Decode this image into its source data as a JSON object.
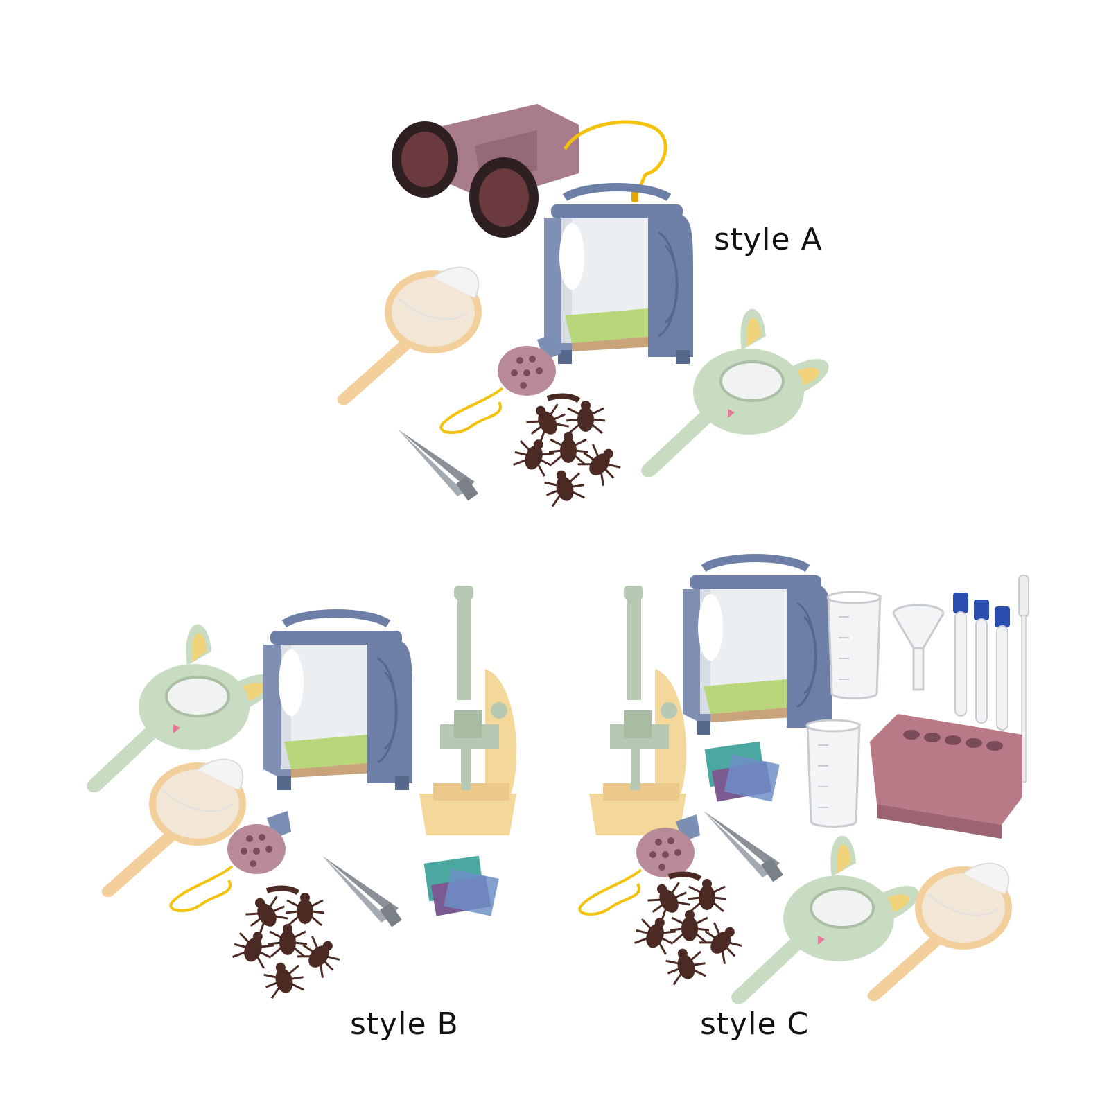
{
  "labels": {
    "a": "style A",
    "b": "style B",
    "c": "style C"
  },
  "colors": {
    "background": "#ffffff",
    "binoculars_body": "#a87c8a",
    "binoculars_lens": "#3a2a2a",
    "cord": "#f2c20c",
    "cage_frame": "#6d7fa6",
    "cage_grass": "#b8d67a",
    "cage_soil": "#c9a47a",
    "net_handle": "#f2cf9b",
    "magnifier": "#c8dcc2",
    "magnifier_ear": "#f0d27a",
    "whistle": "#b98a98",
    "whistle_tip": "#7a8fb3",
    "insect": "#4a2a22",
    "tweezers": "#8a9098",
    "microscope_body": "#b7c9b2",
    "microscope_base": "#f4d79b",
    "slide_teal": "#4aa8a0",
    "slide_purple": "#7a5a90",
    "slide_blue": "#6d8fc7",
    "tube_rack": "#b97a88",
    "tube_cap": "#2a4fb0",
    "glass": "#e6e9ec"
  },
  "items": [
    "binoculars-icon",
    "bug-cage-icon",
    "butterfly-net-icon",
    "magnifier-icon",
    "whistle-icon",
    "tweezers-icon",
    "insect-figures-icon",
    "microscope-icon",
    "specimen-slides-icon",
    "beaker-icon",
    "funnel-icon",
    "test-tube-icon",
    "tube-rack-icon",
    "dropper-icon"
  ]
}
